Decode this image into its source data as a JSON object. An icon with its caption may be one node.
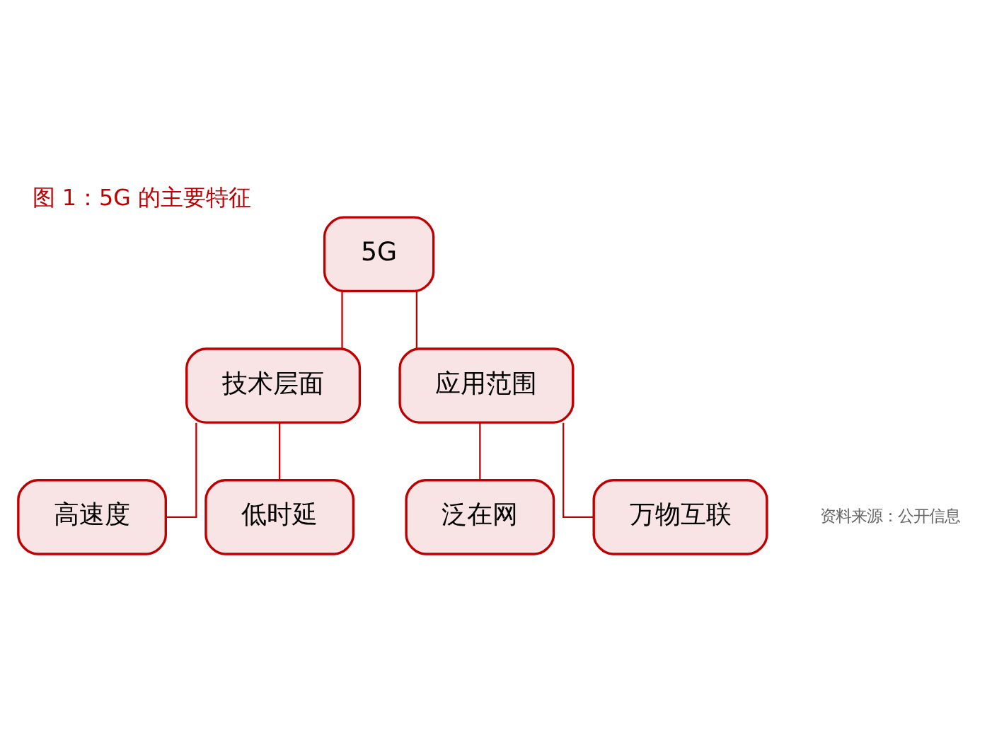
{
  "diagram": {
    "title": "图 1：5G 的主要特征",
    "caption": "资料来源：公开信息",
    "nodes": [
      {
        "text": [
          "5G"
        ]
      },
      {
        "text": [
          "技术层面"
        ]
      },
      {
        "text": [
          "应用范围"
        ]
      },
      {
        "text": [
          "高速度"
        ]
      },
      {
        "text": [
          "低时延"
        ]
      },
      {
        "text": [
          "泛在网"
        ]
      },
      {
        "text": [
          "万物互联"
        ]
      }
    ],
    "edges": [
      {
        "from": 0,
        "to": 1,
        "arrow": "none"
      },
      {
        "from": 0,
        "to": 2,
        "arrow": "none"
      },
      {
        "from": 1,
        "to": 3,
        "arrow": "none"
      },
      {
        "from": 1,
        "to": 4,
        "arrow": "none"
      },
      {
        "from": 2,
        "to": 5,
        "arrow": "none"
      },
      {
        "from": 2,
        "to": 6,
        "arrow": "none"
      }
    ]
  }
}
